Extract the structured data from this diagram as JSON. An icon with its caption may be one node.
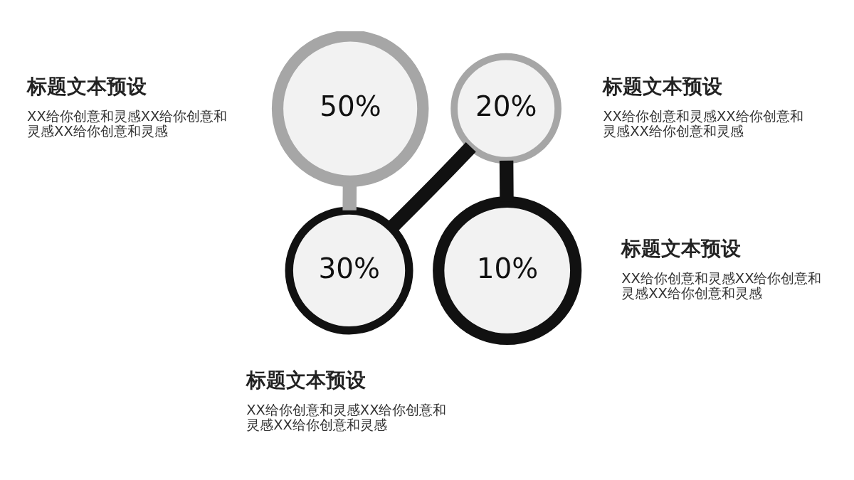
{
  "diagram": {
    "nodes": [
      {
        "text": [
          "50%"
        ],
        "beside": [
          "标题文本预设",
          "XX给你创意和灵感XX给你创意和灵感XX给你创意和灵感"
        ]
      },
      {
        "text": [
          "30%"
        ],
        "beside": [
          "标题文本预设",
          "XX给你创意和灵感XX给你创意和灵感XX给你创意和灵感"
        ]
      },
      {
        "text": [
          "20%"
        ],
        "beside": [
          "标题文本预设",
          "XX给你创意和灵感XX给你创意和灵感XX给你创意和灵感"
        ]
      },
      {
        "text": [
          "10%"
        ],
        "beside": [
          "标题文本预设",
          "XX给你创意和灵感XX给你创意和灵感XX给你创意和灵感"
        ]
      }
    ],
    "edges": [
      {
        "from": 0,
        "to": 1,
        "arrow": "none",
        "color": "#a6a6a6"
      },
      {
        "from": 1,
        "to": 2,
        "arrow": "none"
      },
      {
        "from": 2,
        "to": 3,
        "arrow": "none"
      }
    ]
  }
}
